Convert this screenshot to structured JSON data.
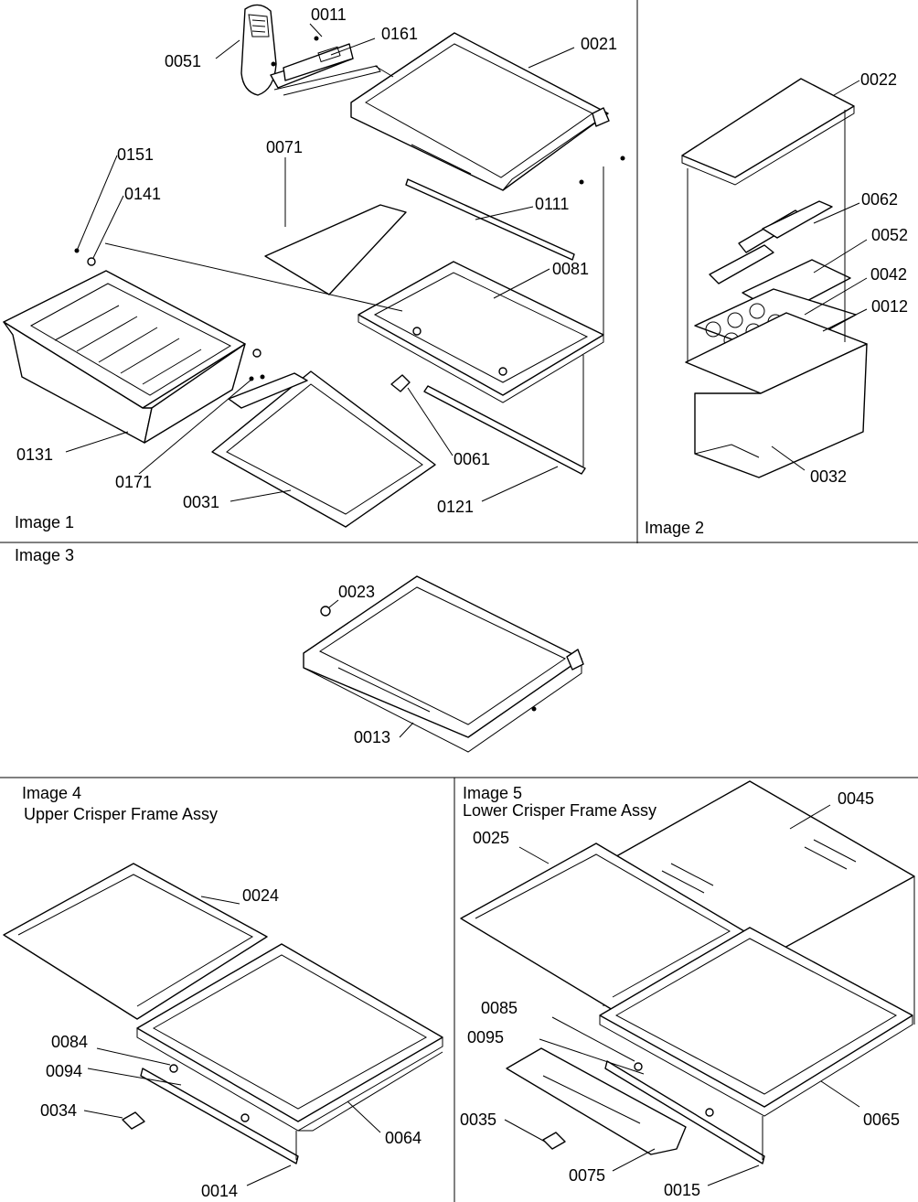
{
  "panels": [
    {
      "caption": "Image 1",
      "subtitle": ""
    },
    {
      "caption": "Image 2",
      "subtitle": ""
    },
    {
      "caption": "Image 3",
      "subtitle": ""
    },
    {
      "caption": "Image 4",
      "subtitle": "Upper Crisper Frame Assy"
    },
    {
      "caption": "Image 5",
      "subtitle": "Lower Crisper Frame Assy"
    }
  ],
  "parts": [
    "0051",
    "0011",
    "0161",
    "0021",
    "0151",
    "0141",
    "0071",
    "0111",
    "0081",
    "0131",
    "0171",
    "0031",
    "0061",
    "0121",
    "0022",
    "0062",
    "0052",
    "0042",
    "0012",
    "0032",
    "0023",
    "0013",
    "0024",
    "0084",
    "0094",
    "0034",
    "0064",
    "0014",
    "0045",
    "0025",
    "0085",
    "0095",
    "0035",
    "0075",
    "0015",
    "0065"
  ]
}
